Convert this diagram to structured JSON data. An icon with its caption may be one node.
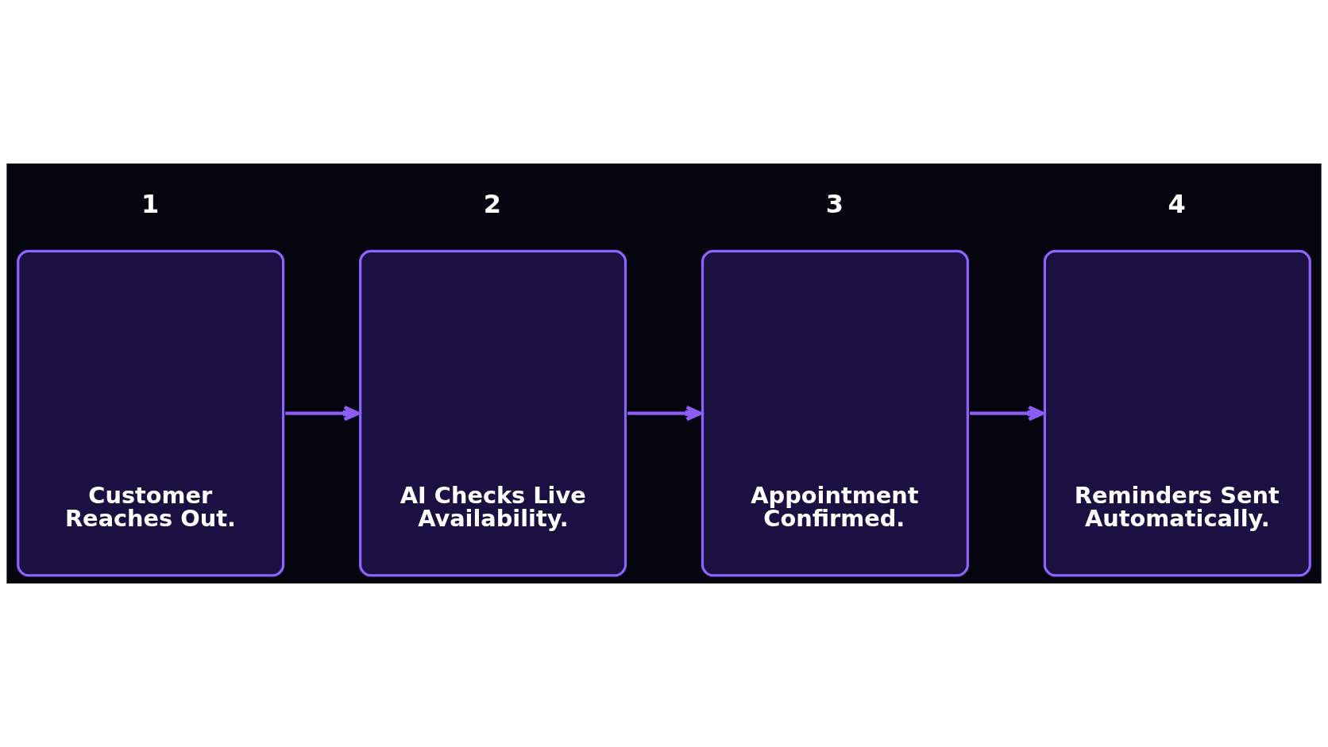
{
  "diagram": {
    "nodes": [
      {
        "text": [
          "1",
          "Customer Reaches Out."
        ]
      },
      {
        "text": [
          "2",
          "AI Checks Live Availability."
        ]
      },
      {
        "text": [
          "3",
          "Appointment Confirmed."
        ]
      },
      {
        "text": [
          "4",
          "Reminders Sent Automatically."
        ]
      }
    ],
    "edges": [
      {
        "from": 0,
        "to": 1,
        "arrow": "to"
      },
      {
        "from": 1,
        "to": 2,
        "arrow": "to"
      },
      {
        "from": 2,
        "to": 3,
        "arrow": "to"
      }
    ]
  }
}
